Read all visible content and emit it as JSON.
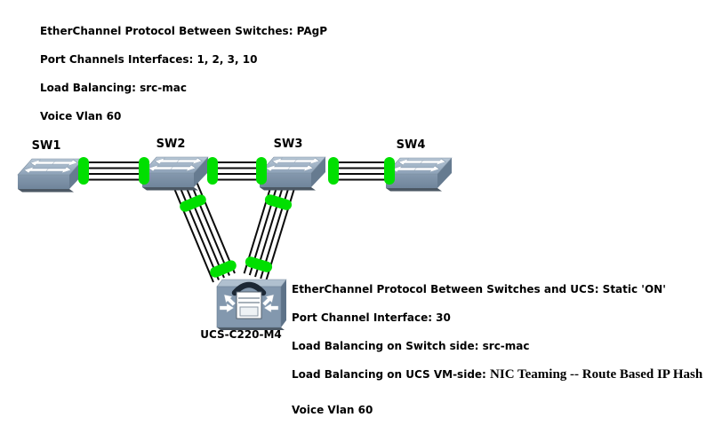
{
  "title": "EtherChannel topology diagram",
  "top_notes": {
    "line1": "EtherChannel Protocol Between Switches: PAgP",
    "line2": "Port Channels Interfaces: 1, 2, 3, 10",
    "line3": "Load Balancing: src-mac",
    "line4": "Voice Vlan 60"
  },
  "bottom_notes": {
    "line1": "EtherChannel Protocol Between Switches and UCS: Static 'ON'",
    "line2": "Port Channel Interface: 30",
    "line3": "Load Balancing on Switch side: src-mac",
    "line4_prefix": "Load Balancing on UCS VM-side:",
    "line4_serif": "NIC Teaming -- Route Based IP Hash",
    "line5": "Voice Vlan 60"
  },
  "devices": {
    "switches": [
      {
        "label": "SW1"
      },
      {
        "label": "SW2"
      },
      {
        "label": "SW3"
      },
      {
        "label": "SW4"
      }
    ],
    "server": {
      "label": "UCS-C220-M4"
    }
  },
  "links": {
    "horizontal_bundles": 3,
    "lines_per_horizontal_bundle": 4,
    "diagonal_bundles": 2,
    "lines_per_diagonal_bundle": 5,
    "group_marker_icon": "etherchannel-green-pill"
  },
  "colors": {
    "etherchannel_marker_green": "#00DF00",
    "link_line": "#0b0b0b",
    "device_top_face": "#A7BACC",
    "device_front_face": "#7D92A7",
    "device_side_face": "#667B90",
    "device_shadow": "#4C5864",
    "text": "#000000",
    "background": "#FFFFFF"
  }
}
